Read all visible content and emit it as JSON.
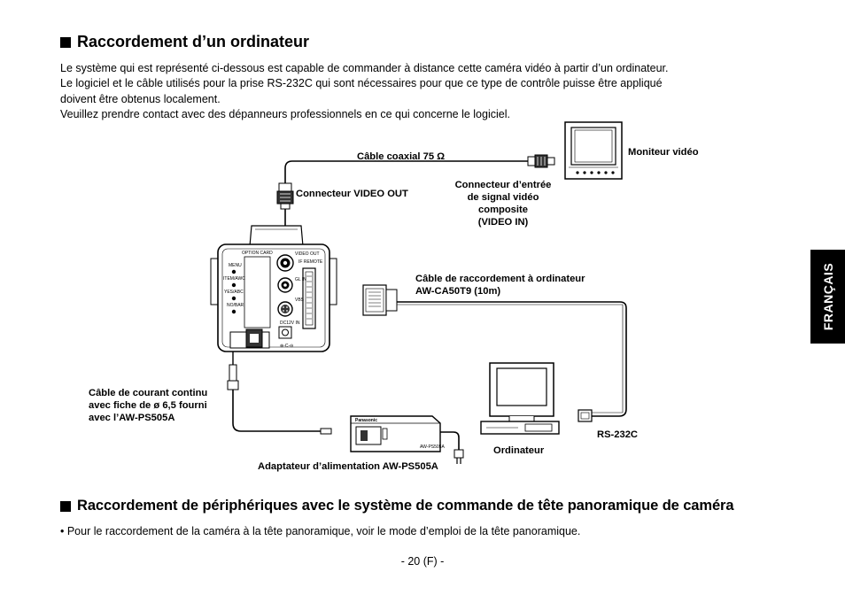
{
  "section1": {
    "title": "Raccordement d’un ordinateur",
    "paragraph": [
      "Le système qui est représenté ci-dessous est capable de commander à distance cette caméra vidéo à partir d’un ordinateur.",
      "Le logiciel et le câble utilisés pour la prise RS-232C qui sont nécessaires pour que ce type de contrôle puisse être appliqué",
      "doivent être obtenus localement.",
      "Veuillez prendre contact avec des dépanneurs professionnels en ce qui concerne le logiciel."
    ]
  },
  "diagram": {
    "labels": {
      "coax_cable": "Câble coaxial 75 Ω",
      "video_monitor": "Moniteur vidéo",
      "video_out_connector": "Connecteur VIDEO OUT",
      "video_in_connector": [
        "Connecteur d’entrée",
        "de signal vidéo",
        "composite",
        "(VIDEO IN)"
      ],
      "pc_cable": [
        "Câble de raccordement à ordinateur",
        "AW-CA50T9 (10m)"
      ],
      "dc_cable": [
        "Câble de courant continu",
        "avec fiche de ø 6,5 fourni",
        "avec l’AW-PS505A"
      ],
      "rs232c": "RS-232C",
      "computer": "Ordinateur",
      "power_adapter": "Adaptateur d’alimentation AW-PS505A"
    },
    "camera_panel": {
      "option_card": "OPTION CARD",
      "video_out": "VIDEO OUT",
      "menu": "MENU",
      "item_awc": "ITEM/AWC",
      "yes_abc": "YES/ABC",
      "no_bar": "NO/BAR",
      "if_remote": "IF REMOTE",
      "gl_in": "GL IN",
      "vbs": "VBS",
      "dc12v_in": "DC12V IN"
    },
    "adapter_panel": {
      "brand": "Panasonic",
      "model": "AW-PS505A"
    }
  },
  "section2": {
    "title": "Raccordement de périphériques avec le système de commande de tête panoramique de caméra",
    "bullet": "• Pour le raccordement de la caméra à la tête panoramique, voir le mode d’emploi de la tête panoramique."
  },
  "page_number": "- 20 (F) -",
  "language_tab": "FRANÇAIS"
}
